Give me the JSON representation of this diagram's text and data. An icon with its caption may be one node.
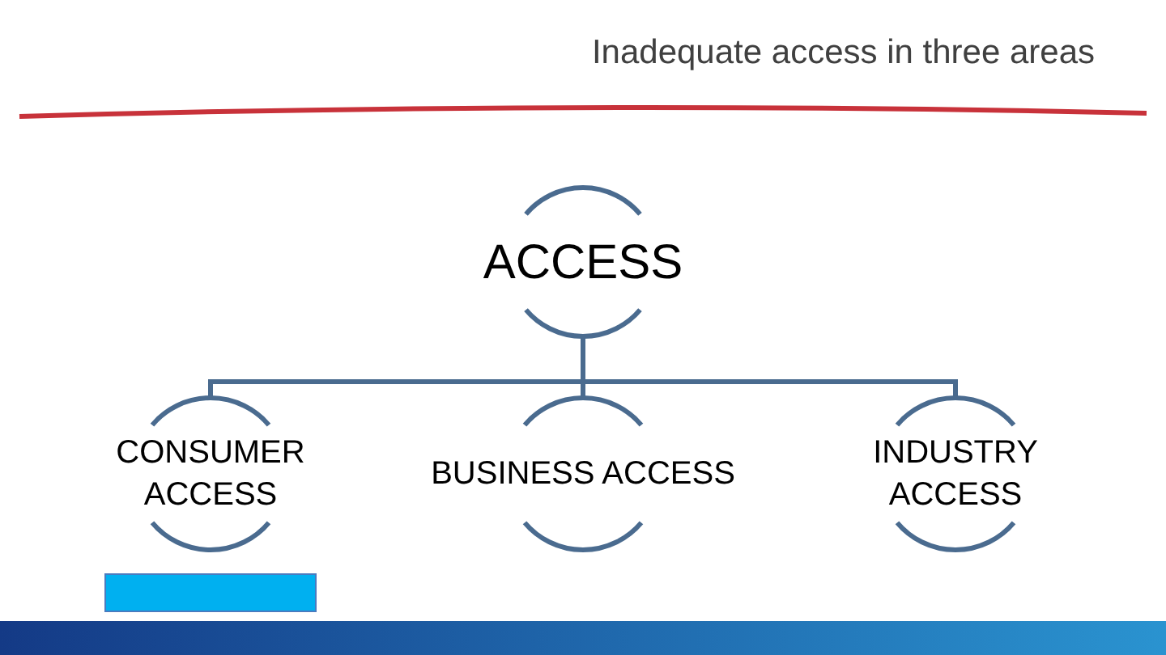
{
  "diagram": {
    "title": "Inadequate access in three areas",
    "nodes": [
      {
        "text": [
          "ACCESS"
        ]
      },
      {
        "text": [
          "CONSUMER ACCESS"
        ]
      },
      {
        "text": [
          "BUSINESS ACCESS"
        ]
      },
      {
        "text": [
          "INDUSTRY ACCESS"
        ]
      },
      {
        "text": [],
        "shape": "box"
      },
      {
        "text": [],
        "shape": "bar"
      }
    ],
    "edges": [
      {
        "from": 0,
        "to": 1,
        "arrow": "none"
      },
      {
        "from": 0,
        "to": 2,
        "arrow": "none"
      },
      {
        "from": 0,
        "to": 3,
        "arrow": "none"
      }
    ]
  }
}
